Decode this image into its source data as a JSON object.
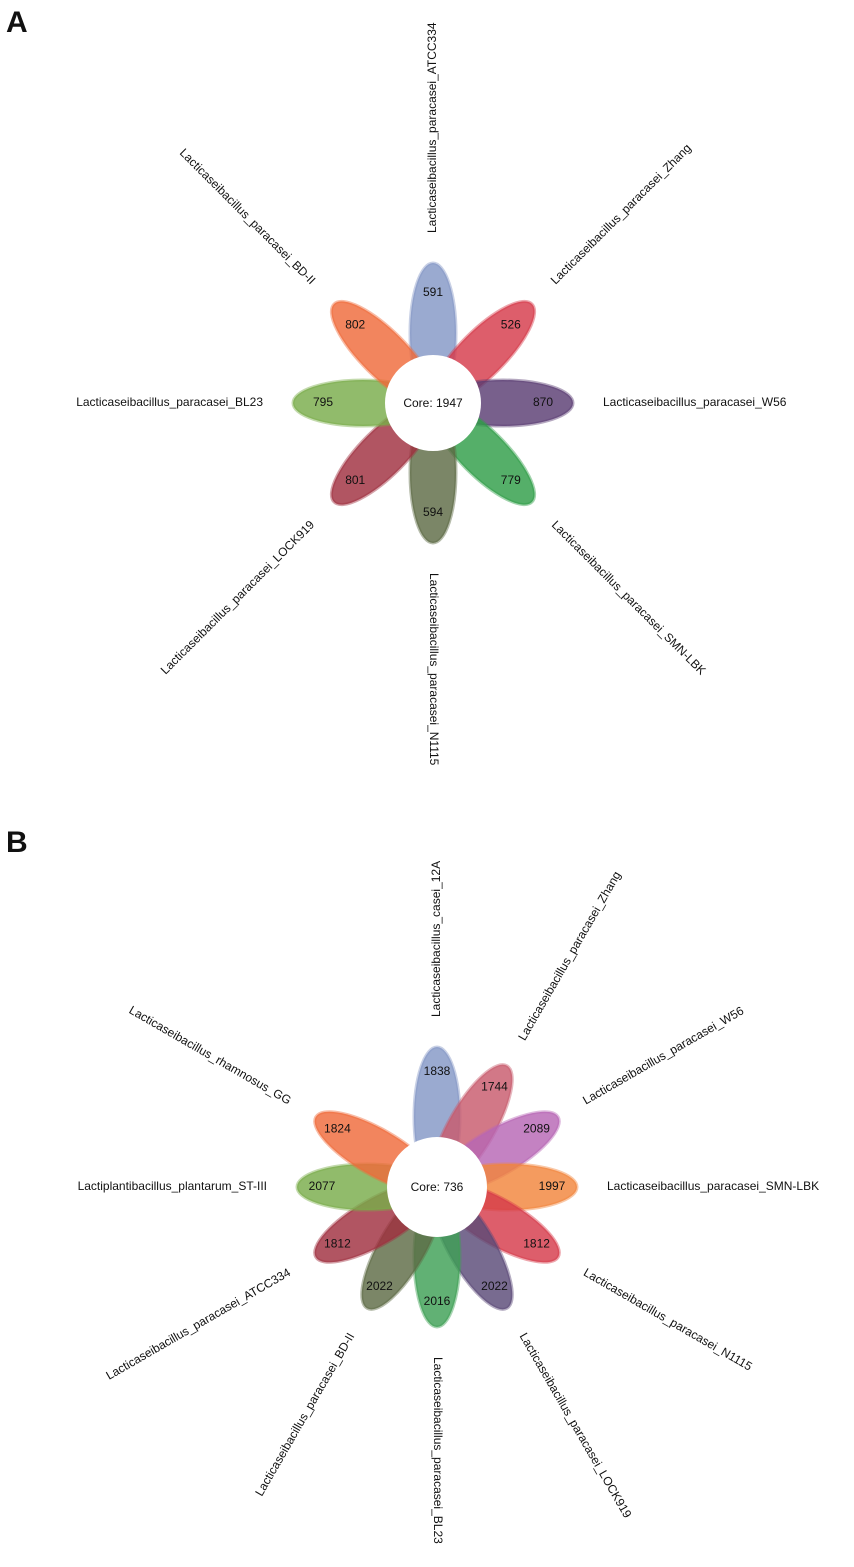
{
  "panels": [
    {
      "letter": "A",
      "core_label": "Core: 1947",
      "petals": [
        {
          "angle": 0,
          "name": "Lacticaseibacillus_paracasei_ATCC334",
          "value": "591",
          "color": "#8497c6"
        },
        {
          "angle": 45,
          "name": "Lacticaseibacillus_paracasei_Zhang",
          "value": "526",
          "color": "#d63a4a"
        },
        {
          "angle": 90,
          "name": "Lacticaseibacillus_paracasei_W56",
          "value": "870",
          "color": "#5a3d73"
        },
        {
          "angle": 135,
          "name": "Lacticaseibacillus_paracasei_SMN-LBK",
          "value": "779",
          "color": "#2f9d48"
        },
        {
          "angle": 180,
          "name": "Lacticaseibacillus_paracasei_N1115",
          "value": "594",
          "color": "#5e6b45"
        },
        {
          "angle": 225,
          "name": "Lacticaseibacillus_paracasei_LOCK919",
          "value": "801",
          "color": "#a03040"
        },
        {
          "angle": 270,
          "name": "Lacticaseibacillus_paracasei_BL23",
          "value": "795",
          "color": "#79ac4a"
        },
        {
          "angle": 315,
          "name": "Lacticaseibacillus_paracasei_BD-II",
          "value": "802",
          "color": "#ef6a3a"
        }
      ]
    },
    {
      "letter": "B",
      "core_label": "Core: 736",
      "petals": [
        {
          "angle": 0,
          "name": "Lacticaseibacillus_casei_12A",
          "value": "1838",
          "color": "#8497c6"
        },
        {
          "angle": 30,
          "name": "Lacticaseibacillus_paracasei_Zhang",
          "value": "1744",
          "color": "#c85a6c"
        },
        {
          "angle": 60,
          "name": "Lacticaseibacillus_paracasei_W56",
          "value": "2089",
          "color": "#b766b5"
        },
        {
          "angle": 90,
          "name": "Lacticaseibacillus_paracasei_SMN-LBK",
          "value": "1997",
          "color": "#f1853c"
        },
        {
          "angle": 120,
          "name": "Lacticaseibacillus_paracasei_N1115",
          "value": "1812",
          "color": "#d63a4a"
        },
        {
          "angle": 150,
          "name": "Lacticaseibacillus_paracasei_LOCK919",
          "value": "2022",
          "color": "#5a4a78"
        },
        {
          "angle": 180,
          "name": "Lacticaseibacillus_paracasei_BL23",
          "value": "2016",
          "color": "#3ea055"
        },
        {
          "angle": 210,
          "name": "Lacticaseibacillus_paracasei_BD-II",
          "value": "2022",
          "color": "#5e6b45"
        },
        {
          "angle": 240,
          "name": "Lacticaseibacillus_paracasei_ATCC334",
          "value": "1812",
          "color": "#a03040"
        },
        {
          "angle": 270,
          "name": "Lactiplantibacillus_plantarum_ST-III",
          "value": "2077",
          "color": "#79ac4a"
        },
        {
          "angle": 300,
          "name": "Lacticaseibacillus_rhamnosus_GG",
          "value": "1824",
          "color": "#ef6a3a"
        }
      ]
    }
  ]
}
